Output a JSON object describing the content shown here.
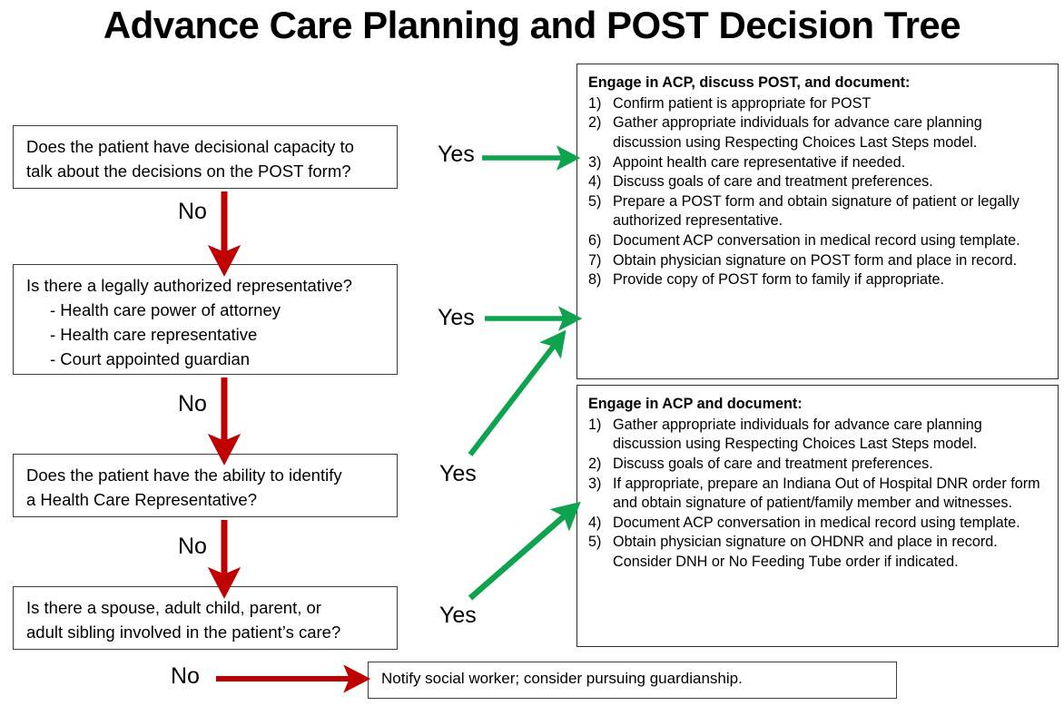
{
  "title": "Advance Care Planning and POST Decision Tree",
  "colors": {
    "no_arrow": "#C00000",
    "yes_arrow": "#0DA34F",
    "box_border": "#3C3C3C",
    "text": "#000000",
    "background": "#FFFFFF"
  },
  "decisions": [
    {
      "id": "decisional-capacity",
      "lines": [
        "Does the patient have decisional capacity to",
        "talk about the decisions on the POST form?"
      ],
      "sub_items": []
    },
    {
      "id": "legally-authorized-representative",
      "lines": [
        "Is there a legally authorized representative?"
      ],
      "sub_items": [
        "- Health care power of attorney",
        "- Health care representative",
        "- Court appointed guardian"
      ]
    },
    {
      "id": "identify-health-care-representative",
      "lines": [
        "Does the patient have the ability to identify",
        "a Health Care Representative?"
      ],
      "sub_items": []
    },
    {
      "id": "family-involved",
      "lines": [
        "Is there a spouse, adult child, parent, or",
        "adult sibling involved in the patient’s care?"
      ],
      "sub_items": []
    }
  ],
  "panels": [
    {
      "id": "acp-post-panel",
      "heading": "Engage in ACP, discuss POST, and document:",
      "items": [
        {
          "num": "1)",
          "text": "Confirm patient is appropriate for POST"
        },
        {
          "num": "2)",
          "text": "Gather appropriate individuals for advance care planning discussion using Respecting Choices Last Steps model."
        },
        {
          "num": "3)",
          "text": "Appoint health care representative if needed."
        },
        {
          "num": "4)",
          "text": "Discuss goals of care and treatment preferences."
        },
        {
          "num": "5)",
          "text": "Prepare a POST form and obtain signature of patient or legally authorized representative."
        },
        {
          "num": "6)",
          "text": "Document ACP conversation in medical record using template."
        },
        {
          "num": "7)",
          "text": "Obtain physician signature  on POST form and place in record."
        },
        {
          "num": "8)",
          "text": "Provide copy of POST form to family if appropriate."
        }
      ]
    },
    {
      "id": "acp-panel",
      "heading": "Engage in ACP and document:",
      "items": [
        {
          "num": "1)",
          "text": "Gather appropriate individuals for advance care planning discussion using Respecting Choices Last Steps model."
        },
        {
          "num": "2)",
          "text": "Discuss goals of care and treatment preferences."
        },
        {
          "num": "3)",
          "text": "If appropriate, prepare an Indiana Out of Hospital DNR order form and obtain signature of patient/family member and witnesses."
        },
        {
          "num": "4)",
          "text": "Document ACP conversation in medical record using template."
        },
        {
          "num": "5)",
          "text": "Obtain physician signature on OHDNR and place in record. Consider DNH or No Feeding Tube order if  indicated."
        }
      ]
    }
  ],
  "note": {
    "id": "social-worker-note",
    "text": "Notify social worker; consider pursuing guardianship."
  },
  "branch_labels": {
    "no_1": "No",
    "no_2": "No",
    "no_3": "No",
    "no_4": "No",
    "yes_1": "Yes",
    "yes_2": "Yes",
    "yes_3": "Yes",
    "yes_4": "Yes"
  }
}
